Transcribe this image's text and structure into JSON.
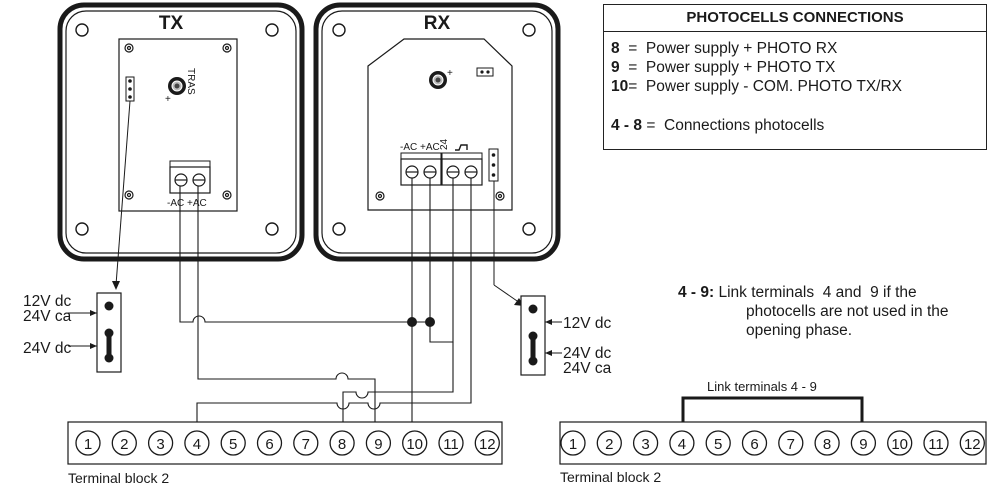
{
  "tx": {
    "title": "TX",
    "pcb_label": "TRAS",
    "plus": "+",
    "terminal_labels": "-AC +AC"
  },
  "rx": {
    "title": "RX",
    "plus": "+",
    "terminal_labels": "-AC +AC",
    "pin24": "24"
  },
  "jumper_left": {
    "label_12": "12V dc",
    "label_24ca": "24V ca",
    "label_24dc": "24V dc"
  },
  "jumper_right": {
    "label_12": "12V dc",
    "label_24dc": "24V dc",
    "label_24ca": "24V ca"
  },
  "legend": {
    "title": "PHOTOCELLS  CONNECTIONS",
    "rows": [
      {
        "key": "8",
        "sep": "  =  ",
        "text": "Power supply + PHOTO RX"
      },
      {
        "key": "9",
        "sep": "  =  ",
        "text": "Power supply  + PHOTO TX"
      },
      {
        "key": "10",
        "sep": "=  ",
        "text": "Power supply  - COM. PHOTO TX/RX"
      },
      {
        "key": "4 - 8",
        "sep": " =  ",
        "text": "Connections photocells"
      }
    ]
  },
  "note": {
    "key": "4 - 9:",
    "text1": " Link terminals  4 and  9 if the",
    "text2": "photocells are not used in the",
    "text3": "opening phase."
  },
  "link_label": "Link terminals 4 - 9",
  "terminal_block_label_left": "Terminal block 2",
  "terminal_block_label_right": "Terminal block 2",
  "terminals": [
    "1",
    "2",
    "3",
    "4",
    "5",
    "6",
    "7",
    "8",
    "9",
    "10",
    "11",
    "12"
  ]
}
